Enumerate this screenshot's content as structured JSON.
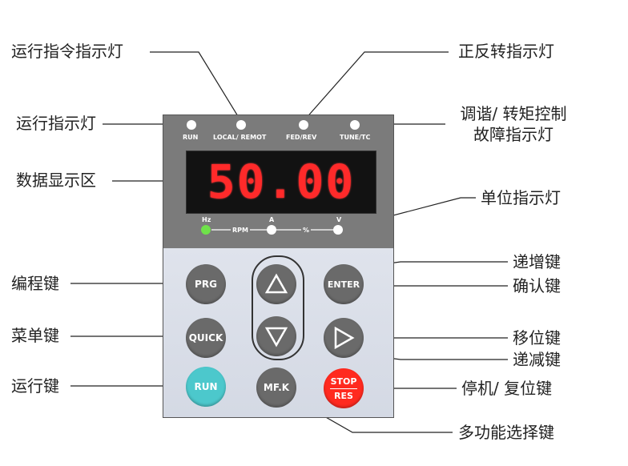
{
  "colors": {
    "panel_top": "#7b7b7b",
    "panel_bottom": "#d9dde6",
    "display_bg": "#121212",
    "display_text": "#ff2a2a",
    "button_gray": "#6a6a6a",
    "run_button": "#4cc8cc",
    "stop_button": "#ff2a1f",
    "hz_led": "#6fe24a"
  },
  "callouts": {
    "run_cmd_indicator": "运行指令指示灯",
    "run_indicator": "运行指示灯",
    "data_display": "数据显示区",
    "program_key": "编程键",
    "menu_key": "菜单键",
    "run_key": "运行键",
    "fwd_rev_indicator": "正反转指示灯",
    "tune_torque_line1": "调谐/ 转矩控制",
    "tune_torque_line2": "故障指示灯",
    "unit_indicator": "单位指示灯",
    "increment_key": "递增键",
    "confirm_key": "确认键",
    "shift_key": "移位键",
    "decrement_key": "递减键",
    "stop_reset_key": "停机/ 复位键",
    "multifunction_key": "多功能选择键"
  },
  "panel": {
    "top_leds": [
      "RUN",
      "LOCAL/ REMOT",
      "FED/REV",
      "TUNE/TC"
    ],
    "display_value": "50.00",
    "unit_labels": [
      "Hz",
      "RPM",
      "A",
      "%",
      "V"
    ],
    "buttons": {
      "prg": "PRG",
      "quick": "QUICK",
      "run": "RUN",
      "enter": "ENTER",
      "mfk": "MF.K",
      "stop": "STOP",
      "res": "RES"
    },
    "icons": {
      "up": "up-triangle-icon",
      "down": "down-triangle-icon",
      "shift": "right-triangle-icon"
    }
  }
}
